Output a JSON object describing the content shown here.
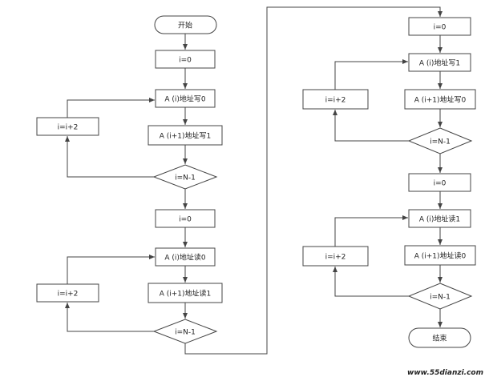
{
  "flowchart": {
    "nodes": {
      "start": "开始",
      "l_init_write": "i=0",
      "l_write0": "A (i)地址写0",
      "l_write1": "A (i+1)地址写1",
      "l_inc_write": "i=i+2",
      "l_cond_write": "i=N-1",
      "l_init_read": "i=0",
      "l_read0": "A (i)地址读0",
      "l_read1": "A (i+1)地址读1",
      "l_inc_read": "i=i+2",
      "l_cond_read": "i=N-1",
      "r_init_write": "i=0",
      "r_write1": "A (i)地址写1",
      "r_write0": "A (i+1)地址写0",
      "r_inc_write": "i=i+2",
      "r_cond_write": "i=N-1",
      "r_init_read": "i=0",
      "r_read1": "A (i)地址读1",
      "r_read0": "A (i+1)地址读0",
      "r_inc_read": "i=i+2",
      "r_cond_read": "i=N-1",
      "end": "结束"
    }
  },
  "watermark": "www.55dianzi.com"
}
